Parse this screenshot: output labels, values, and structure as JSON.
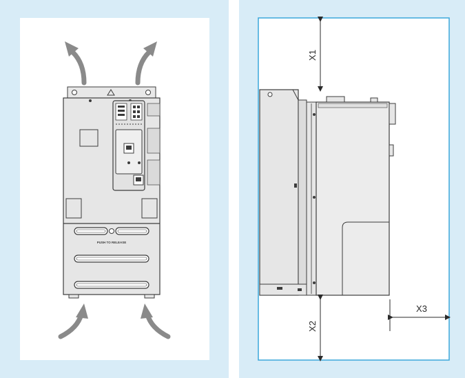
{
  "diagram": {
    "panels": [
      {
        "id": "front",
        "view": "front",
        "airflow": {
          "intake_arrows": 2,
          "exhaust_arrows": 2
        },
        "device_text": "PUSH TO RELEASE"
      },
      {
        "id": "side",
        "view": "side",
        "dimensions": [
          {
            "key": "x1",
            "label": "X1"
          },
          {
            "key": "x2",
            "label": "X2"
          },
          {
            "key": "x3",
            "label": "X3"
          }
        ]
      }
    ],
    "colors": {
      "panel_background": "#d8ecf7",
      "frame_line": "#3aa7db",
      "device_fill": "#e6e6e6",
      "device_outline": "#3c3c3c",
      "arrow": "#8a8a8a"
    }
  }
}
